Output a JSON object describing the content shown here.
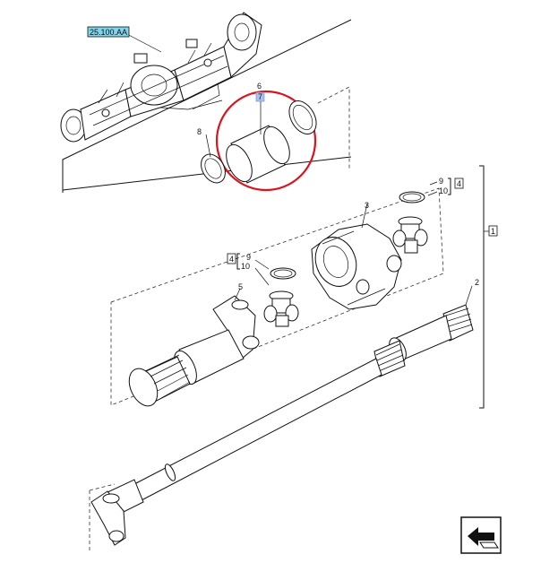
{
  "diagram": {
    "reference": "25.100.AA",
    "callouts": {
      "c1": "1",
      "c2": "2",
      "c3": "3",
      "c4a": "4",
      "c4b": "4",
      "c5": "5",
      "c6": "6",
      "c7": "7",
      "c8": "8",
      "c9a": "9",
      "c9b": "9",
      "c10a": "10",
      "c10b": "10"
    },
    "highlight_color": "#d9141d",
    "reference_color": "#7fd6ec",
    "selected_callout": "7",
    "nav_icon": "back-arrow-icon"
  }
}
